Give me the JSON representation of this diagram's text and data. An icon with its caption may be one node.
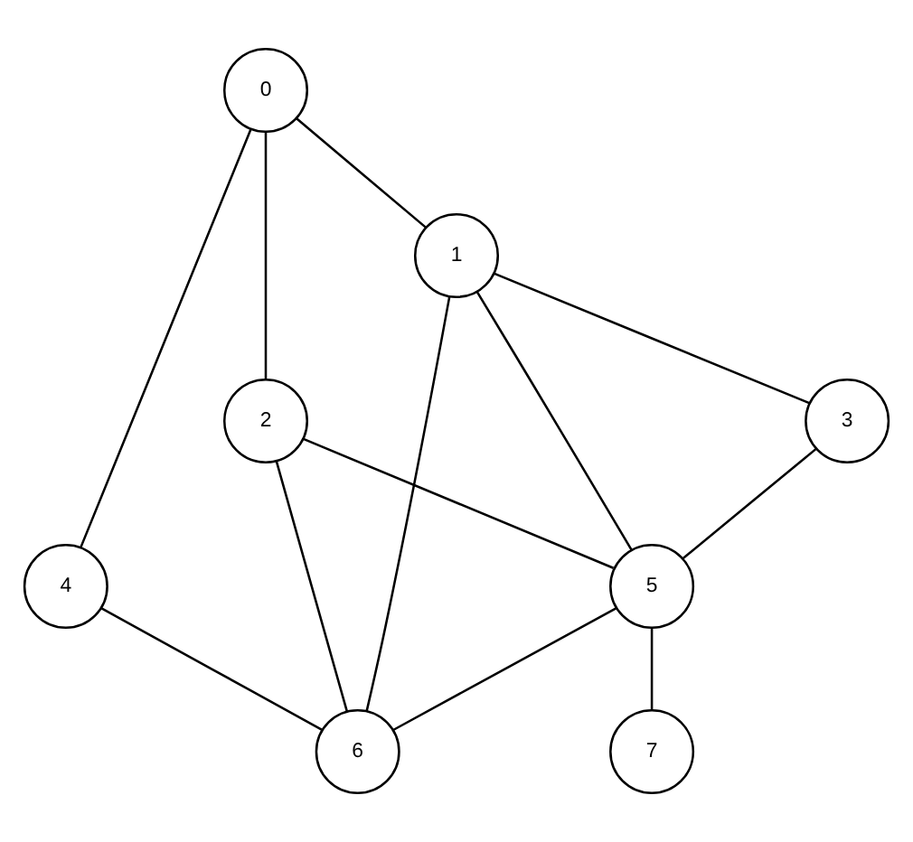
{
  "diagram": {
    "nodes": [
      {
        "text": [
          "0"
        ]
      },
      {
        "text": [
          "1"
        ]
      },
      {
        "text": [
          "2"
        ]
      },
      {
        "text": [
          "3"
        ]
      },
      {
        "text": [
          "4"
        ]
      },
      {
        "text": [
          "5"
        ]
      },
      {
        "text": [
          "6"
        ]
      },
      {
        "text": [
          "7"
        ]
      }
    ],
    "edges": [
      {
        "from": 0,
        "to": 1,
        "arrow": "none"
      },
      {
        "from": 0,
        "to": 2,
        "arrow": "none"
      },
      {
        "from": 0,
        "to": 4,
        "arrow": "none"
      },
      {
        "from": 1,
        "to": 3,
        "arrow": "none"
      },
      {
        "from": 1,
        "to": 5,
        "arrow": "none"
      },
      {
        "from": 1,
        "to": 6,
        "arrow": "none"
      },
      {
        "from": 2,
        "to": 5,
        "arrow": "none"
      },
      {
        "from": 2,
        "to": 6,
        "arrow": "none"
      },
      {
        "from": 3,
        "to": 5,
        "arrow": "none"
      },
      {
        "from": 4,
        "to": 6,
        "arrow": "none"
      },
      {
        "from": 5,
        "to": 6,
        "arrow": "none"
      },
      {
        "from": 5,
        "to": 7,
        "arrow": "none"
      }
    ]
  }
}
